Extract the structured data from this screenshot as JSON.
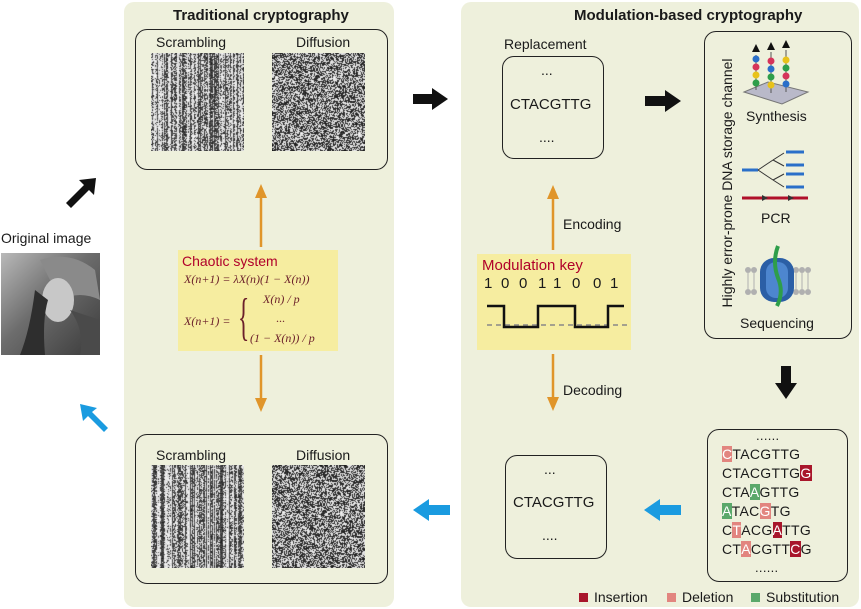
{
  "left": {
    "original_image_label": "Original image"
  },
  "traditional": {
    "title": "Traditional cryptography",
    "top_box": {
      "left_label": "Scrambling",
      "right_label": "Diffusion"
    },
    "bottom_box": {
      "left_label": "Scrambling",
      "right_label": "Diffusion"
    },
    "chaotic": {
      "title": "Chaotic system",
      "eq1": "X(n+1) = λX(n)(1 − X(n))",
      "eq2_lhs": "X(n+1) =",
      "eq2_case1": "X(n) / p",
      "eq2_case2": "...",
      "eq2_case3": "(1 − X(n)) / p"
    }
  },
  "modulation": {
    "title": "Modulation-based cryptography",
    "replacement_label": "Replacement",
    "top_seq": {
      "dots_top": "...",
      "sequence": "CTACGTTG",
      "dots_bottom": "...."
    },
    "bottom_seq": {
      "dots_top": "...",
      "sequence": "CTACGTTG",
      "dots_bottom": "...."
    },
    "encoding_label": "Encoding",
    "decoding_label": "Decoding",
    "key": {
      "title": "Modulation key",
      "bits": [
        "1",
        "0",
        "0",
        "1",
        "1",
        "0",
        "0",
        "1"
      ]
    },
    "channel": {
      "vertical_label": "Highly error-prone DNA storage channel",
      "synthesis": "Synthesis",
      "pcr": "PCR",
      "sequencing": "Sequencing"
    },
    "reads": {
      "dots_top": "......",
      "dots_bottom": "......",
      "lines": [
        [
          [
            "C",
            "del"
          ],
          [
            "TACGTTG",
            ""
          ]
        ],
        [
          [
            "CTACGTTG",
            ""
          ],
          [
            "G",
            "ins"
          ]
        ],
        [
          [
            "CTA",
            ""
          ],
          [
            "A",
            "sub"
          ],
          [
            "GTTG",
            ""
          ]
        ],
        [
          [
            "A",
            "sub"
          ],
          [
            "TAC",
            ""
          ],
          [
            "G",
            "del"
          ],
          [
            "TG",
            ""
          ]
        ],
        [
          [
            "C",
            ""
          ],
          [
            "T",
            "del"
          ],
          [
            "ACG",
            ""
          ],
          [
            "A",
            "ins"
          ],
          [
            "TTG",
            ""
          ]
        ],
        [
          [
            "CT",
            ""
          ],
          [
            "A",
            "del"
          ],
          [
            "CGTT",
            ""
          ],
          [
            "C",
            "ins"
          ],
          [
            "G",
            ""
          ]
        ]
      ]
    },
    "legend": {
      "insertion": "Insertion",
      "deletion": "Deletion",
      "substitution": "Substitution"
    }
  },
  "colors": {
    "panel_bg": "#eef0dc",
    "yellow_box": "#f6eda0",
    "orange_arrow": "#e0952a",
    "blue_arrow": "#1a9be0",
    "black_arrow": "#111111",
    "insertion": "#a8162b",
    "deletion": "#e2857f",
    "substitution": "#5aa86a",
    "chaotic_title": "#b0002a"
  }
}
